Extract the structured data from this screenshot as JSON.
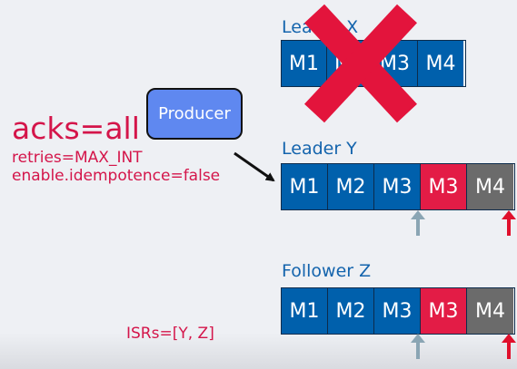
{
  "config": {
    "acks": "acks=all",
    "retries": "retries=MAX_INT",
    "idempotence": "enable.idempotence=false",
    "isrs": "ISRs=[Y, Z]"
  },
  "producer": {
    "label": "Producer"
  },
  "brokers": {
    "leader_x": {
      "label": "Leader X",
      "messages": [
        {
          "text": "M1",
          "color": "#0060ac"
        },
        {
          "text": "M2",
          "color": "#0060ac"
        },
        {
          "text": "M3",
          "color": "#0060ac"
        },
        {
          "text": "M4",
          "color": "#0060ac"
        }
      ]
    },
    "leader_y": {
      "label": "Leader Y",
      "messages": [
        {
          "text": "M1",
          "color": "#0060ac"
        },
        {
          "text": "M2",
          "color": "#0060ac"
        },
        {
          "text": "M3",
          "color": "#0060ac"
        },
        {
          "text": "M3",
          "color": "#e31c46"
        },
        {
          "text": "M4",
          "color": "#6b6b6b"
        }
      ]
    },
    "follower_z": {
      "label": "Follower Z",
      "messages": [
        {
          "text": "M1",
          "color": "#0060ac"
        },
        {
          "text": "M2",
          "color": "#0060ac"
        },
        {
          "text": "M3",
          "color": "#0060ac"
        },
        {
          "text": "M3",
          "color": "#e31c46"
        },
        {
          "text": "M4",
          "color": "#6b6b6b"
        }
      ]
    }
  },
  "colors": {
    "label_red": "#d4154a",
    "label_blue": "#1464ad",
    "cross": "#e3143c",
    "arrow_gray": "#8aa5b4",
    "arrow_red": "#e0102c"
  }
}
